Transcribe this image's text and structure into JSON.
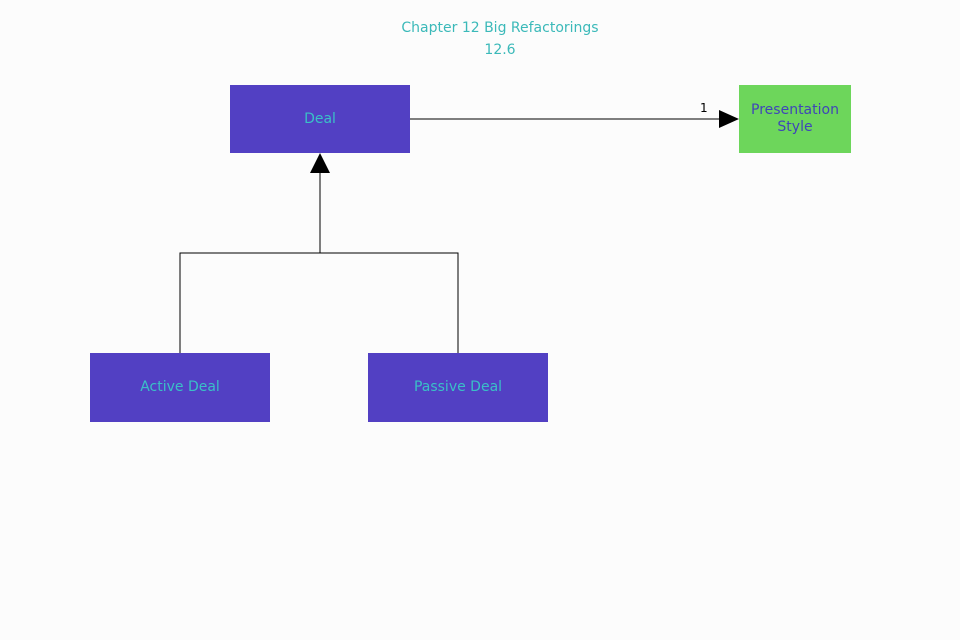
{
  "diagram": {
    "title": "Chapter 12 Big Refactorings",
    "subtitle": "12.6",
    "nodes": {
      "deal": "Deal",
      "presentation_style": "Presentation\nStyle",
      "active_deal": "Active Deal",
      "passive_deal": "Passive Deal"
    },
    "association": {
      "multiplicity": "1"
    },
    "colors": {
      "class_fill": "#5240c3",
      "class_text": "#3ac0c7",
      "highlight_fill": "#6dd65b",
      "highlight_text": "#3f45b8",
      "title_text": "#3bb9b9",
      "background": "#fcfcfc"
    }
  }
}
